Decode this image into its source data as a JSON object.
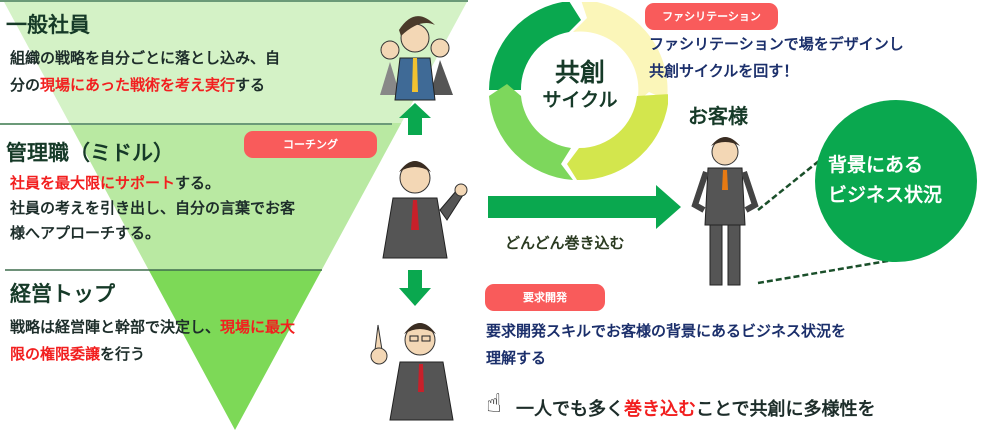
{
  "pyramid": {
    "levels": [
      {
        "title": "一般社員",
        "desc": [
          {
            "text": "組織の戦略を自分ごとに落とし込み、自"
          },
          {
            "text": "分の"
          },
          {
            "text": "現場にあった戦術を考え実行",
            "highlight": true
          },
          {
            "text": "する"
          }
        ]
      },
      {
        "title": "管理職（ミドル）",
        "desc": [
          {
            "text": "社員を最大限にサポート",
            "highlight": true
          },
          {
            "text": "する。"
          },
          {
            "text": "社員の考えを引き出し、自分の言葉でお客"
          },
          {
            "text": "様へアプローチする。"
          }
        ]
      },
      {
        "title": "経営トップ",
        "desc": [
          {
            "text": "戦略は経営陣と幹部で決定し、"
          },
          {
            "text": "現場に最大",
            "highlight": true
          },
          {
            "text": "限の権限委譲",
            "highlight": true
          },
          {
            "text": "を行う"
          }
        ]
      }
    ],
    "colors": {
      "top": "#d4f2c6",
      "middle": "#b9e9a2",
      "bottom": "#7dd957"
    }
  },
  "tags": {
    "coaching": "コーチング",
    "facilitation": "ファシリテーション",
    "requirements": "要求開発"
  },
  "cycle": {
    "title": "共創",
    "subtitle": "サイクル",
    "colors": [
      "#0aa84f",
      "#fbf6b9",
      "#d3e64d",
      "#7dd75c"
    ]
  },
  "facilitation_text": [
    "ファシリテーションで場をデザインし",
    "共創サイクルを回す！"
  ],
  "arrow_label": "どんどん巻き込む",
  "customer_label": "お客様",
  "background_circle": [
    "背景にある",
    "ビジネス状況"
  ],
  "requirements_text": [
    "要求開発スキルでお客様の背景にあるビジネス状況を",
    "理解する"
  ],
  "bottom": {
    "before": "一人でも多く",
    "highlight": "巻き込む",
    "after": "ことで共創に多様性を"
  },
  "colors": {
    "green": "#0aa84f",
    "red_tag": "#f95b5b",
    "highlight": "#f21f1f"
  }
}
